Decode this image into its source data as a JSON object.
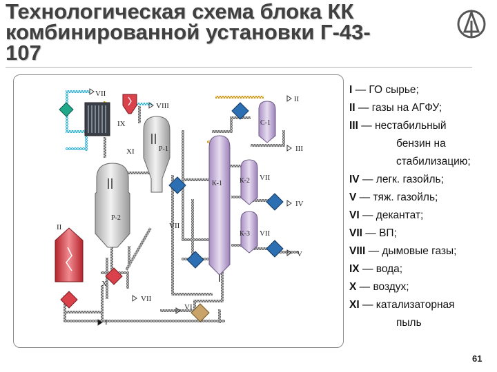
{
  "title": {
    "line1": "Технологическая схема блока КК",
    "line2": "комбинированной установки Г-43-",
    "line3": "107"
  },
  "legend": [
    {
      "num": "I",
      "text": "— ГО сырье;"
    },
    {
      "num": "II",
      "text": "— газы на АГФУ;"
    },
    {
      "num": "III",
      "text": "— нестабильный"
    },
    {
      "num": "",
      "text": "бензин на"
    },
    {
      "num": "",
      "text": "стабилизацию;"
    },
    {
      "num": "IV",
      "text": "— легк. газойль;"
    },
    {
      "num": "V",
      "text": "— тяж. газойль;"
    },
    {
      "num": "VI",
      "text": "— декантат;"
    },
    {
      "num": "VII",
      "text": "— ВП;"
    },
    {
      "num": "VIII",
      "text": "— дымовые газы;"
    },
    {
      "num": "IX",
      "text": "— вода;"
    },
    {
      "num": "X",
      "text": "— воздух;"
    },
    {
      "num": "XI",
      "text": "— катализаторная"
    },
    {
      "num": "",
      "text": "пыль"
    }
  ],
  "diagram": {
    "vessels": {
      "p1": "Р-1",
      "p2": "Р-2",
      "k1": "К-1",
      "c1": "С-1",
      "k2": "К-2",
      "k3": "К-3"
    },
    "streams": {
      "s1": "I",
      "s2": "II",
      "s2b": "II",
      "s3": "III",
      "s4": "IV",
      "s5": "V",
      "s6": "VI",
      "s7a": "VII",
      "s7b": "VII",
      "s7c": "VII",
      "s7d": "VII",
      "s7e": "VII",
      "s8": "VIII",
      "s9": "IX",
      "s10": "X",
      "s11": "XI"
    },
    "colors": {
      "column": "#c9b5dc",
      "vessel_gray": "#d4d4d4",
      "furnace": "#d9414b",
      "exchanger_blue": "#2c6fb3",
      "exchanger_red": "#d9414b",
      "exchanger_green": "#1fa88a",
      "exchanger_tan": "#c8a46a",
      "pipe": "#8a8a8a",
      "steam_pipe": "#58c4d8"
    }
  },
  "page_number": "61"
}
